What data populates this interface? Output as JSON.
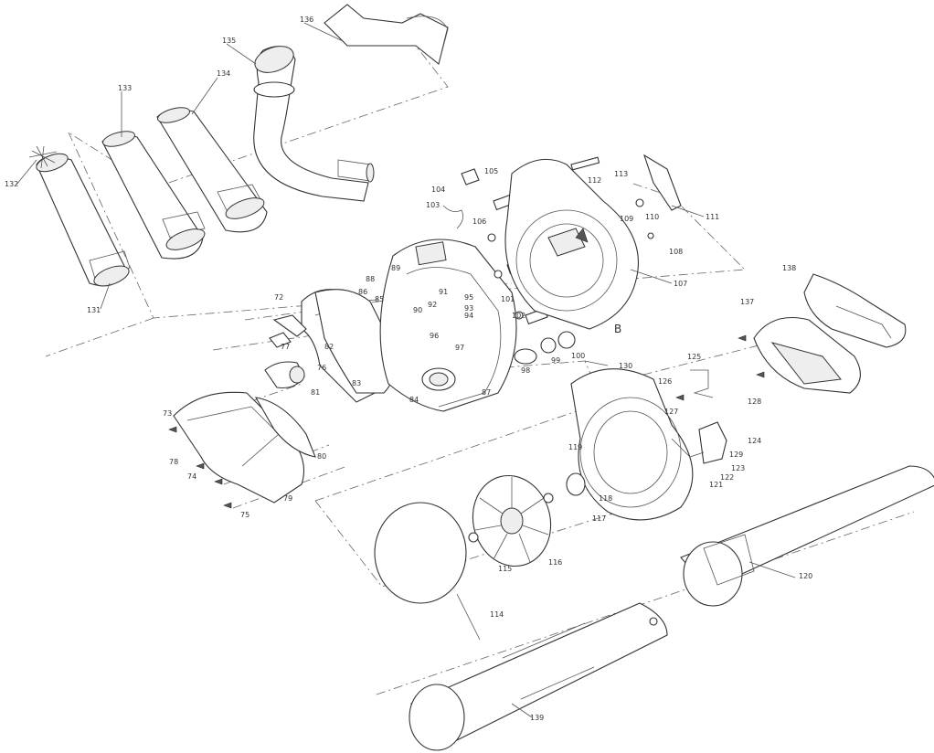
{
  "labels": {
    "l136": "136",
    "l135": "135",
    "l133": "133",
    "l134": "134",
    "l132": "132",
    "l131": "131",
    "l105": "105",
    "l104": "104",
    "l103": "103",
    "l106": "106",
    "l113": "113",
    "l112": "112",
    "l111": "111",
    "l110": "110",
    "l109": "109",
    "l108": "108",
    "l107": "107",
    "l101": "101",
    "l102": "102",
    "l100": "100",
    "l99": "99",
    "l98": "98",
    "l97": "97",
    "l96": "96",
    "l95": "95",
    "l94": "94",
    "l93": "93",
    "l92": "92",
    "l91": "91",
    "l90": "90",
    "l89": "89",
    "l88": "88",
    "l87": "87",
    "l86": "86",
    "l85": "85",
    "l84": "84",
    "l83": "83",
    "l82": "82",
    "l81": "81",
    "l80": "80",
    "l79": "79",
    "l78": "78",
    "l77": "77",
    "l76": "76",
    "l75": "75",
    "l74": "74",
    "l73": "73",
    "l72": "72",
    "l137": "137",
    "l138": "138",
    "l125": "125",
    "l126": "126",
    "l127": "127",
    "l128": "128",
    "l129": "129",
    "l130": "130",
    "l124": "124",
    "l123": "123",
    "l122": "122",
    "l121": "121",
    "l119": "119",
    "l118": "118",
    "l117": "117",
    "l116": "116",
    "l115": "115",
    "l114": "114",
    "l120": "120",
    "l139": "139",
    "lB": "B"
  }
}
